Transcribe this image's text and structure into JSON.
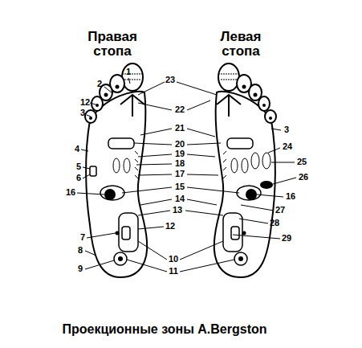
{
  "diagram": {
    "caption": "Проекционные зоны A.Bergston",
    "labels": [
      "Правая стопа",
      "Левая стопа",
      "1",
      "23",
      "2",
      "12",
      "3",
      "22",
      "21",
      "3",
      "20",
      "4",
      "24",
      "19",
      "18",
      "25",
      "5",
      "17",
      "6",
      "26",
      "15",
      "16",
      "16",
      "14",
      "13",
      "27",
      "28",
      "12",
      "7",
      "29",
      "8",
      "10",
      "9",
      "11"
    ]
  }
}
